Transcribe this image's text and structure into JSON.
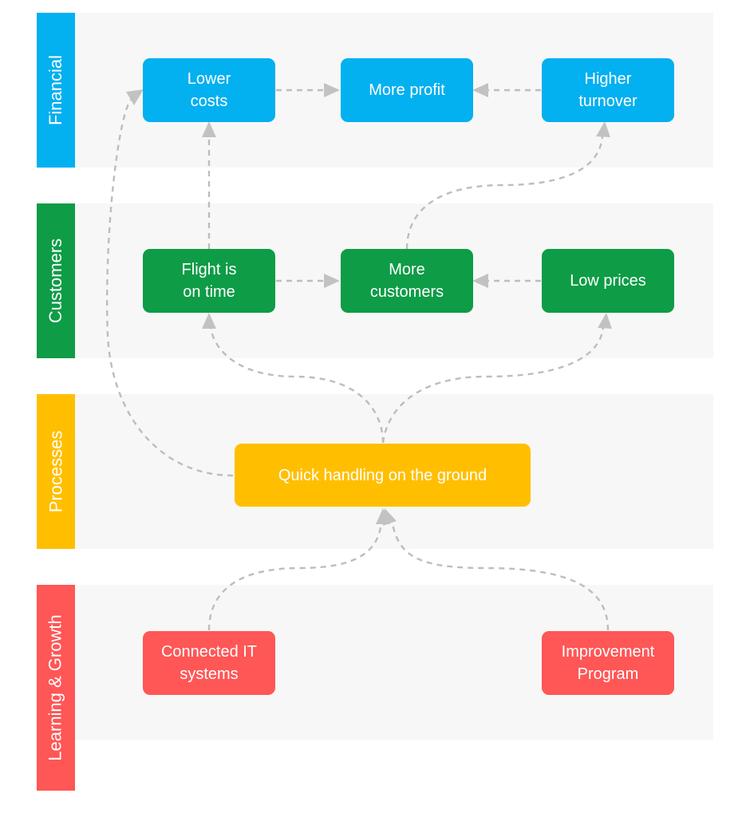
{
  "colors": {
    "financial": "#03b0f0",
    "customers": "#0e9c46",
    "processes": "#ffbf00",
    "learning": "#ff5656",
    "band_bg": "#f7f7f7",
    "connector": "#bdbdbd"
  },
  "perspectives": {
    "financial": "Financial",
    "customers": "Customers",
    "processes": "Processes",
    "learning": "Learning & Growth"
  },
  "nodes": {
    "lower_costs": "Lower\ncosts",
    "more_profit": "More profit",
    "higher_turnover": "Higher\nturnover",
    "flight_on_time": "Flight is\non time",
    "more_customers": "More\ncustomers",
    "low_prices": "Low prices",
    "quick_handling": "Quick handling on the ground",
    "connected_it": "Connected IT\nsystems",
    "improvement_program": "Improvement\nProgram"
  },
  "links": [
    {
      "from": "lower_costs",
      "to": "more_profit"
    },
    {
      "from": "higher_turnover",
      "to": "more_profit"
    },
    {
      "from": "flight_on_time",
      "to": "lower_costs"
    },
    {
      "from": "more_customers",
      "to": "higher_turnover"
    },
    {
      "from": "flight_on_time",
      "to": "more_customers"
    },
    {
      "from": "low_prices",
      "to": "more_customers"
    },
    {
      "from": "quick_handling",
      "to": "lower_costs"
    },
    {
      "from": "quick_handling",
      "to": "flight_on_time"
    },
    {
      "from": "quick_handling",
      "to": "low_prices"
    },
    {
      "from": "connected_it",
      "to": "quick_handling"
    },
    {
      "from": "improvement_program",
      "to": "quick_handling"
    }
  ]
}
